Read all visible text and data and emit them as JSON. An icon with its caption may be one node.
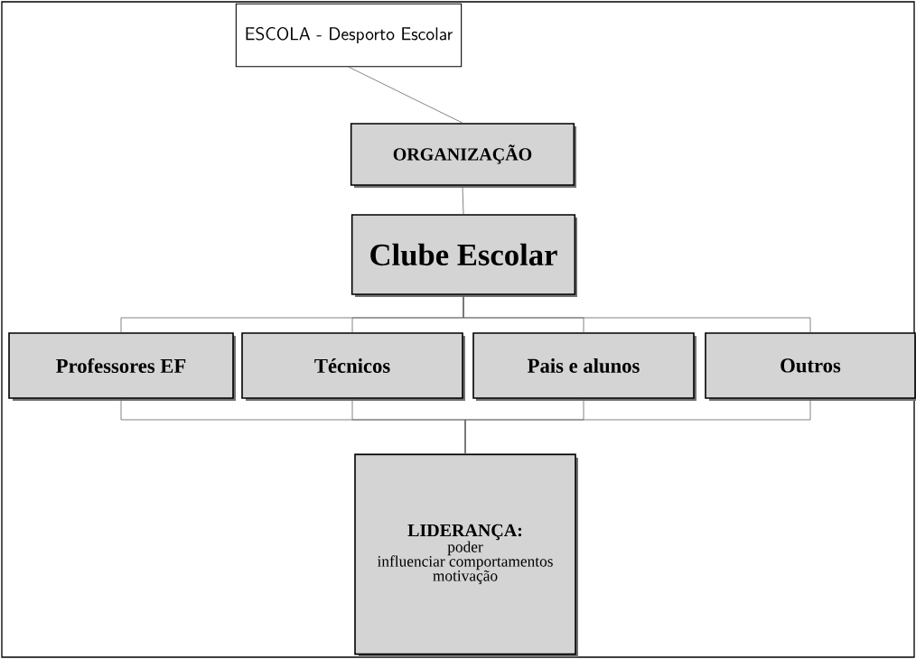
{
  "diagram": {
    "nodes": [
      {
        "text": [
          "ESCOLA - Desporto Escolar"
        ]
      },
      {
        "text": [
          "ORGANIZAÇÃO"
        ]
      },
      {
        "text": [
          "Clube Escolar"
        ]
      },
      {
        "text": [
          "Professores EF"
        ]
      },
      {
        "text": [
          "Técnicos"
        ]
      },
      {
        "text": [
          "Pais e alunos"
        ]
      },
      {
        "text": [
          "Outros"
        ]
      },
      {
        "text": [
          "LIDERANÇA:",
          "poder",
          "influenciar comportamentos",
          "motivação"
        ]
      }
    ],
    "edges": [
      {
        "from": 0,
        "to": 1,
        "arrow": "none"
      },
      {
        "from": 1,
        "to": 2,
        "arrow": "none"
      },
      {
        "from": 2,
        "to": 3,
        "arrow": "none"
      },
      {
        "from": 2,
        "to": 4,
        "arrow": "none"
      },
      {
        "from": 2,
        "to": 5,
        "arrow": "none"
      },
      {
        "from": 2,
        "to": 6,
        "arrow": "none"
      },
      {
        "from": 3,
        "to": 7,
        "arrow": "none"
      },
      {
        "from": 4,
        "to": 7,
        "arrow": "none"
      },
      {
        "from": 5,
        "to": 7,
        "arrow": "none"
      },
      {
        "from": 6,
        "to": 7,
        "arrow": "none"
      }
    ]
  }
}
